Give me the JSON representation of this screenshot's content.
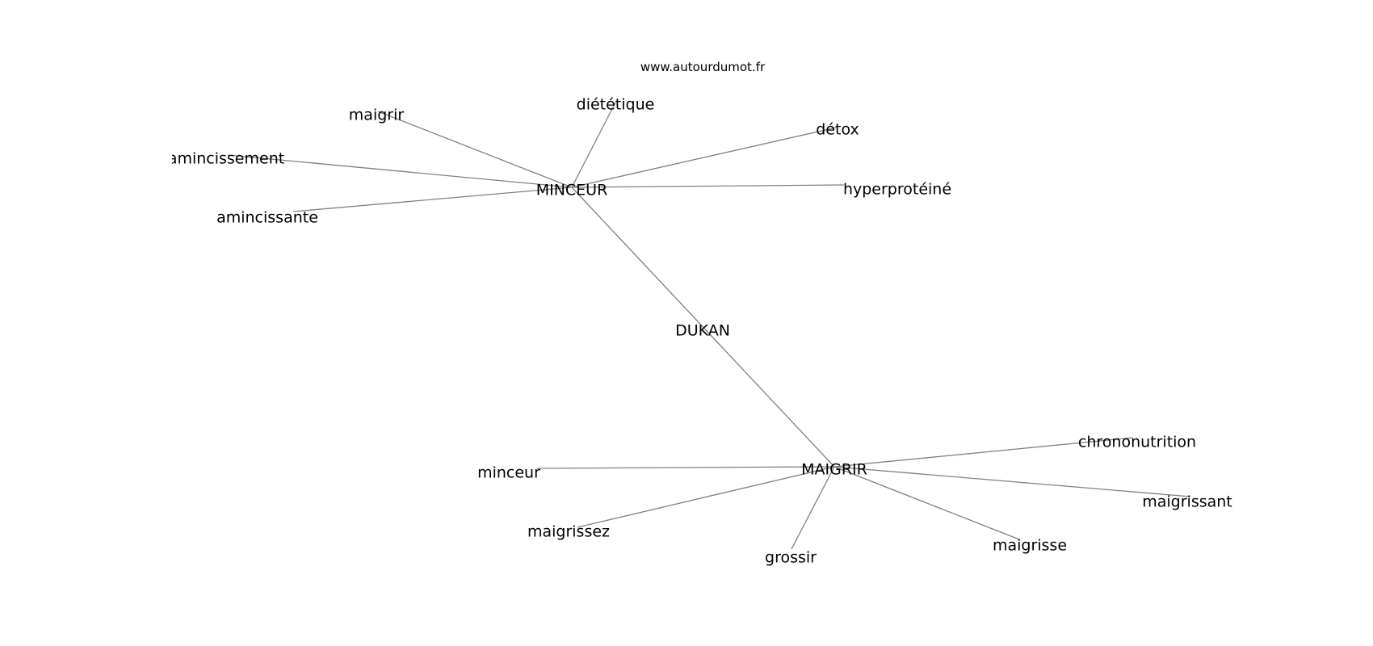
{
  "watermark": "www.autourdumot.fr",
  "graph": {
    "center": "DUKAN",
    "hubs": [
      "MINCEUR",
      "MAIGRIR"
    ],
    "nodes": [
      {
        "id": "DUKAN",
        "label": "DUKAN"
      },
      {
        "id": "MINCEUR",
        "label": "MINCEUR"
      },
      {
        "id": "MAIGRIR",
        "label": "MAIGRIR"
      },
      {
        "id": "maigrir",
        "label": "maigrir"
      },
      {
        "id": "dietetique",
        "label": "diététique"
      },
      {
        "id": "detox",
        "label": "détox"
      },
      {
        "id": "amincissement",
        "label": "amincissement"
      },
      {
        "id": "hyperproteine",
        "label": "hyperprotéiné"
      },
      {
        "id": "amincissante",
        "label": "amincissante"
      },
      {
        "id": "chrononutrition",
        "label": "chrononutrition"
      },
      {
        "id": "minceur",
        "label": "minceur"
      },
      {
        "id": "maigrissant",
        "label": "maigrissant"
      },
      {
        "id": "maigrissez",
        "label": "maigrissez"
      },
      {
        "id": "maigrisse",
        "label": "maigrisse"
      },
      {
        "id": "grossir",
        "label": "grossir"
      }
    ],
    "edges": [
      [
        "MINCEUR",
        "MAIGRIR"
      ],
      [
        "MINCEUR",
        "maigrir"
      ],
      [
        "MINCEUR",
        "dietetique"
      ],
      [
        "MINCEUR",
        "detox"
      ],
      [
        "MINCEUR",
        "amincissement"
      ],
      [
        "MINCEUR",
        "hyperproteine"
      ],
      [
        "MINCEUR",
        "amincissante"
      ],
      [
        "MAIGRIR",
        "chrononutrition"
      ],
      [
        "MAIGRIR",
        "minceur"
      ],
      [
        "MAIGRIR",
        "maigrissant"
      ],
      [
        "MAIGRIR",
        "maigrissez"
      ],
      [
        "MAIGRIR",
        "maigrisse"
      ],
      [
        "MAIGRIR",
        "grossir"
      ]
    ]
  }
}
